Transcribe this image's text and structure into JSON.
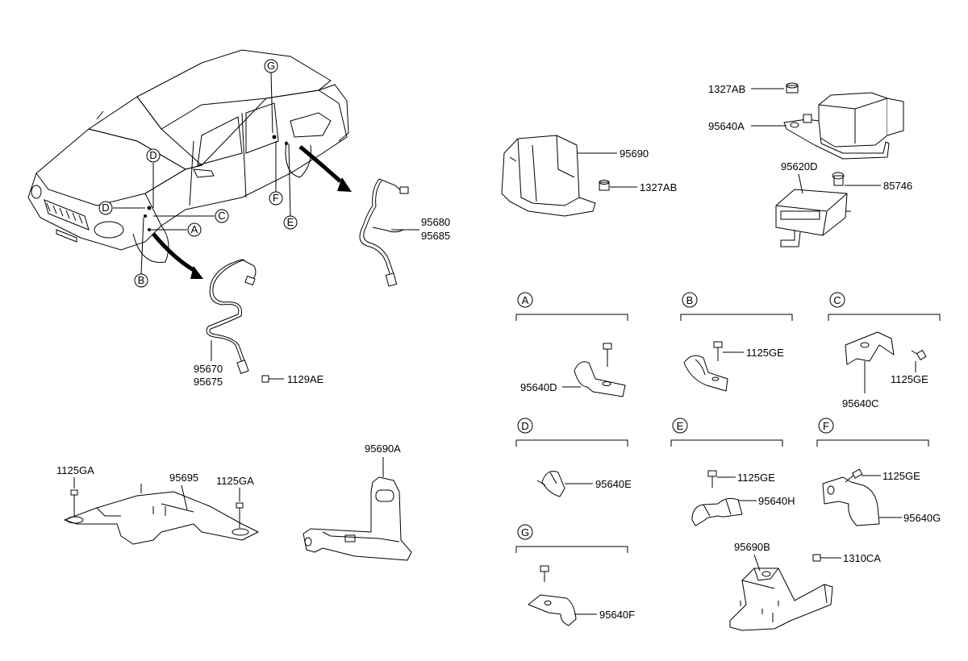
{
  "detail_letters": [
    "A",
    "B",
    "C",
    "D",
    "E",
    "F",
    "G"
  ],
  "car_callouts": {
    "d_top": "D",
    "d_left": "D",
    "c": "C",
    "a": "A",
    "b": "B",
    "g": "G",
    "f": "F",
    "e": "E"
  },
  "parts": {
    "front_sensor_a": "95670",
    "front_sensor_b": "95675",
    "bolt_1129ae": "1129AE",
    "rear_sensor_a": "95680",
    "rear_sensor_b": "95685",
    "bracket_95695": "95695",
    "bolt_1125ga_left": "1125GA",
    "bolt_1125ga_right": "1125GA",
    "bracket_95690a": "95690A",
    "cover_95690": "95690",
    "nut_1327ab_cover": "1327AB",
    "nut_1327ab_top": "1327AB",
    "bracket_95640a": "95640A",
    "module_95620d": "95620D",
    "screw_85746": "85746",
    "clip_95640d": "95640D",
    "bolt_1125ge_b": "1125GE",
    "bolt_1125ge_c": "1125GE",
    "clip_95640c": "95640C",
    "clip_95640e": "95640E",
    "bolt_1125ge_e": "1125GE",
    "clip_95640h": "95640H",
    "bolt_1125ge_f": "1125GE",
    "clip_95640g": "95640G",
    "clip_95640f": "95640F",
    "bracket_95690b": "95690B",
    "nut_1310ca": "1310CA"
  }
}
